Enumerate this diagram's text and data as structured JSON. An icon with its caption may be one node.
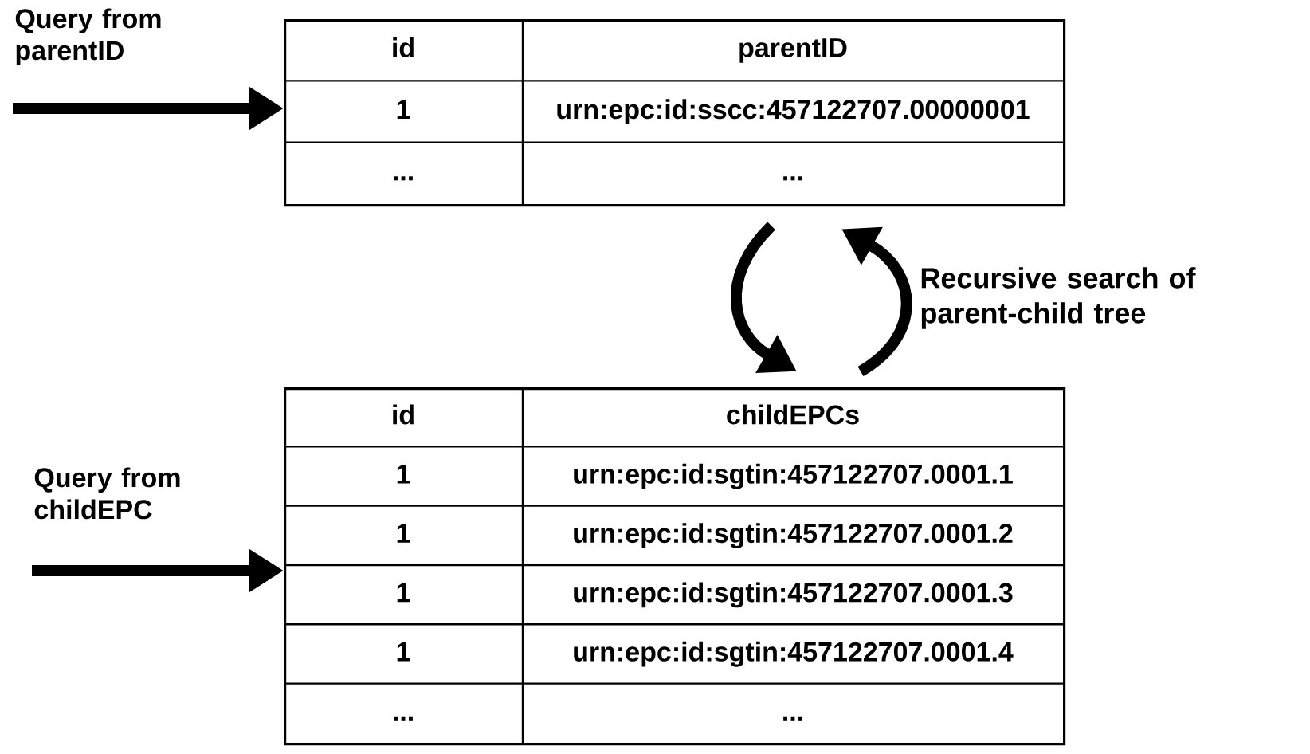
{
  "diagram": {
    "nodes": [
      {
        "text": [
          "Query from parentID"
        ]
      },
      {
        "text": [
          "id",
          "parentID",
          "1",
          "urn:epc:id:sscc:457122707.00000001",
          "...",
          "..."
        ]
      },
      {
        "text": [
          "Query from childEPC"
        ]
      },
      {
        "text": [
          "id",
          "childEPCs",
          "1",
          "urn:epc:id:sgtin:457122707.0001.1",
          "1",
          "urn:epc:id:sgtin:457122707.0001.2",
          "1",
          "urn:epc:id:sgtin:457122707.0001.3",
          "1",
          "urn:epc:id:sgtin:457122707.0001.4",
          "...",
          "..."
        ]
      }
    ],
    "edges": [
      {
        "from": 0,
        "to": 1,
        "arrow": "to"
      },
      {
        "from": 2,
        "to": 3,
        "arrow": "to"
      },
      {
        "from": 1,
        "to": 3,
        "arrow": "to"
      },
      {
        "from": 3,
        "to": 1,
        "arrow": "to",
        "label": "Recursive search of parent-child tree"
      }
    ]
  }
}
